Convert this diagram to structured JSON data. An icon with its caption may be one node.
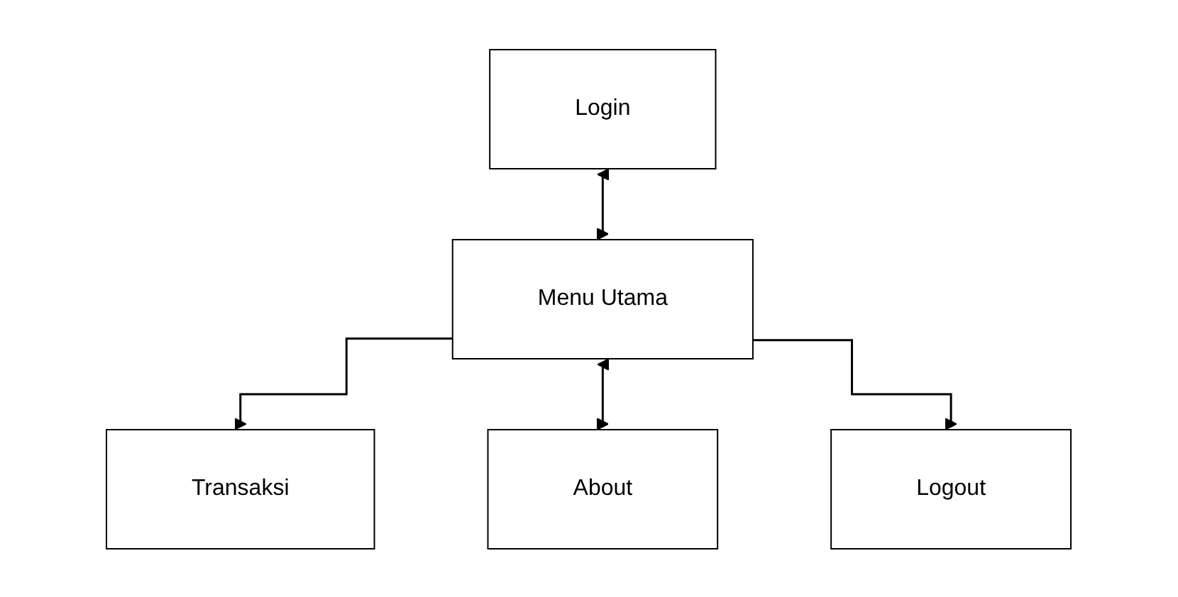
{
  "diagram": {
    "nodes": [
      {
        "text": [
          "Login"
        ]
      },
      {
        "text": [
          "Menu Utama"
        ]
      },
      {
        "text": [
          "Transaksi"
        ]
      },
      {
        "text": [
          "About"
        ]
      },
      {
        "text": [
          "Logout"
        ]
      }
    ],
    "edges": [
      {
        "from": 0,
        "to": 1,
        "arrow": "both"
      },
      {
        "from": 1,
        "to": 2,
        "arrow": "to"
      },
      {
        "from": 1,
        "to": 3,
        "arrow": "both"
      },
      {
        "from": 1,
        "to": 4,
        "arrow": "to"
      }
    ]
  }
}
